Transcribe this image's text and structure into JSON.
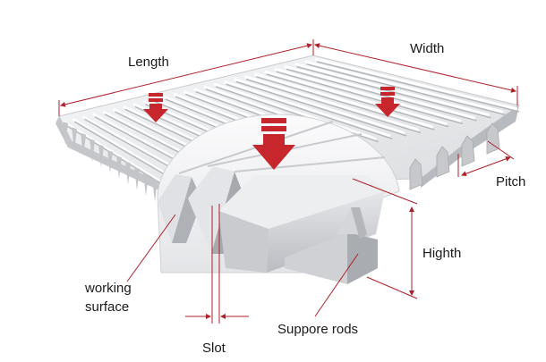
{
  "labels": {
    "length": "Length",
    "width": "Width",
    "pitch": "Pitch",
    "height": "Highth",
    "working_surface_line1": "working",
    "working_surface_line2": "surface",
    "slot": "Slot",
    "support_rods": "Suppore rods"
  },
  "colors": {
    "dimension_line": "#b0202a",
    "load_arrow": "#c8262d",
    "bar_light": "#f2f3f5",
    "bar_mid": "#d9dbde",
    "bar_dark": "#a9acb1"
  },
  "icons": {
    "load_arrow": "down-arrow-icon"
  }
}
